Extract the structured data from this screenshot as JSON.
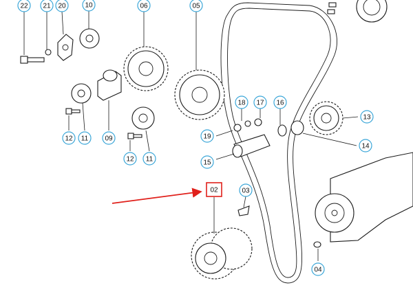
{
  "diagram": {
    "callout_color": "#3aa6d8",
    "highlight_color": "#e0201b",
    "arrow_color": "#e0201b",
    "callouts": [
      {
        "id": "c22",
        "label": "22"
      },
      {
        "id": "c21",
        "label": "21"
      },
      {
        "id": "c20",
        "label": "20"
      },
      {
        "id": "c10",
        "label": "10"
      },
      {
        "id": "c06",
        "label": "06"
      },
      {
        "id": "c05",
        "label": "05"
      },
      {
        "id": "c18",
        "label": "18"
      },
      {
        "id": "c17",
        "label": "17"
      },
      {
        "id": "c16",
        "label": "16"
      },
      {
        "id": "c13",
        "label": "13"
      },
      {
        "id": "c19",
        "label": "19"
      },
      {
        "id": "c14",
        "label": "14"
      },
      {
        "id": "c12a",
        "label": "12"
      },
      {
        "id": "c11a",
        "label": "11"
      },
      {
        "id": "c09",
        "label": "09"
      },
      {
        "id": "c12b",
        "label": "12"
      },
      {
        "id": "c11b",
        "label": "11"
      },
      {
        "id": "c15",
        "label": "15"
      },
      {
        "id": "c03",
        "label": "03"
      },
      {
        "id": "c04",
        "label": "04"
      }
    ],
    "highlighted_callout": {
      "label": "02"
    }
  }
}
